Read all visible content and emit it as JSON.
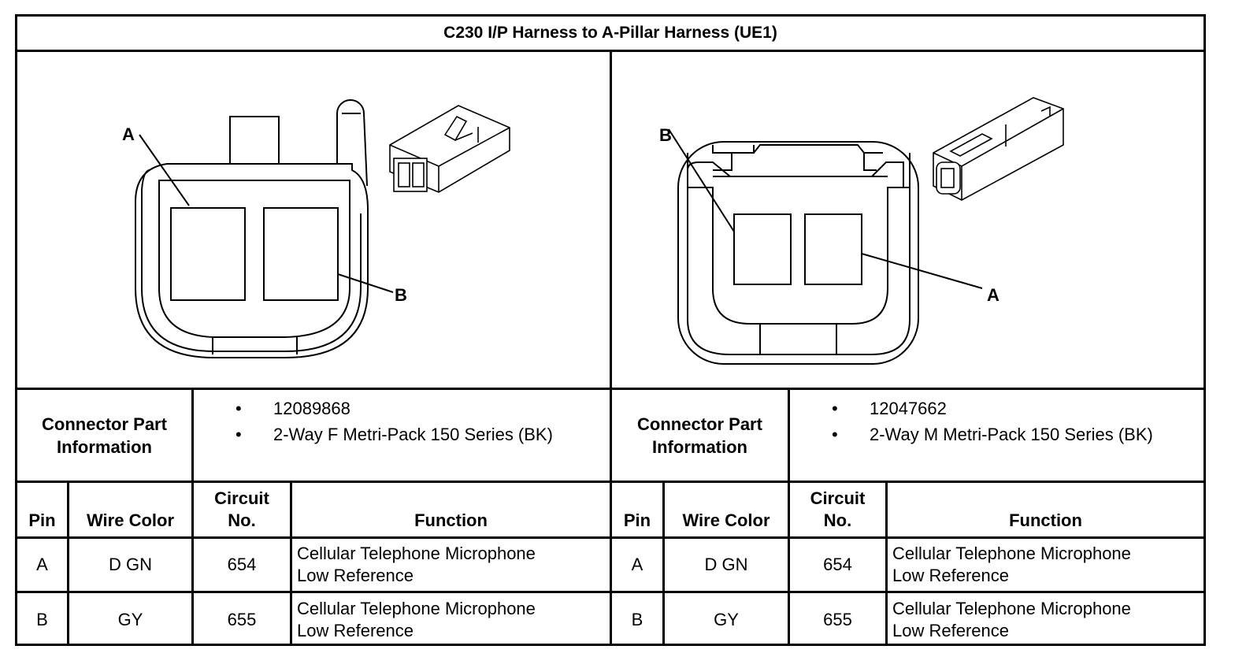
{
  "title": "C230 I/P Harness to A-Pillar Harness (UE1)",
  "connectors": [
    {
      "callouts": {
        "first": "A",
        "second": "B"
      },
      "part_info_label": [
        "Connector Part",
        "Information"
      ],
      "part_info": [
        "12089868",
        "2-Way F Metri-Pack 150 Series (BK)"
      ],
      "bullet": "•",
      "columns": {
        "pin": "Pin",
        "wire_color": "Wire Color",
        "circuit": [
          "Circuit",
          "No."
        ],
        "function": "Function"
      },
      "rows": [
        {
          "pin": "A",
          "wire_color": "D GN",
          "circuit": "654",
          "function": [
            "Cellular Telephone Microphone",
            "Low Reference"
          ]
        },
        {
          "pin": "B",
          "wire_color": "GY",
          "circuit": "655",
          "function": [
            "Cellular Telephone Microphone",
            "Low Reference"
          ]
        }
      ]
    },
    {
      "callouts": {
        "first": "B",
        "second": "A"
      },
      "part_info_label": [
        "Connector Part",
        "Information"
      ],
      "part_info": [
        "12047662",
        "2-Way M Metri-Pack 150 Series (BK)"
      ],
      "bullet": "•",
      "columns": {
        "pin": "Pin",
        "wire_color": "Wire Color",
        "circuit": [
          "Circuit",
          "No."
        ],
        "function": "Function"
      },
      "rows": [
        {
          "pin": "A",
          "wire_color": "D GN",
          "circuit": "654",
          "function": [
            "Cellular Telephone Microphone",
            "Low Reference"
          ]
        },
        {
          "pin": "B",
          "wire_color": "GY",
          "circuit": "655",
          "function": [
            "Cellular Telephone Microphone",
            "Low Reference"
          ]
        }
      ]
    }
  ]
}
